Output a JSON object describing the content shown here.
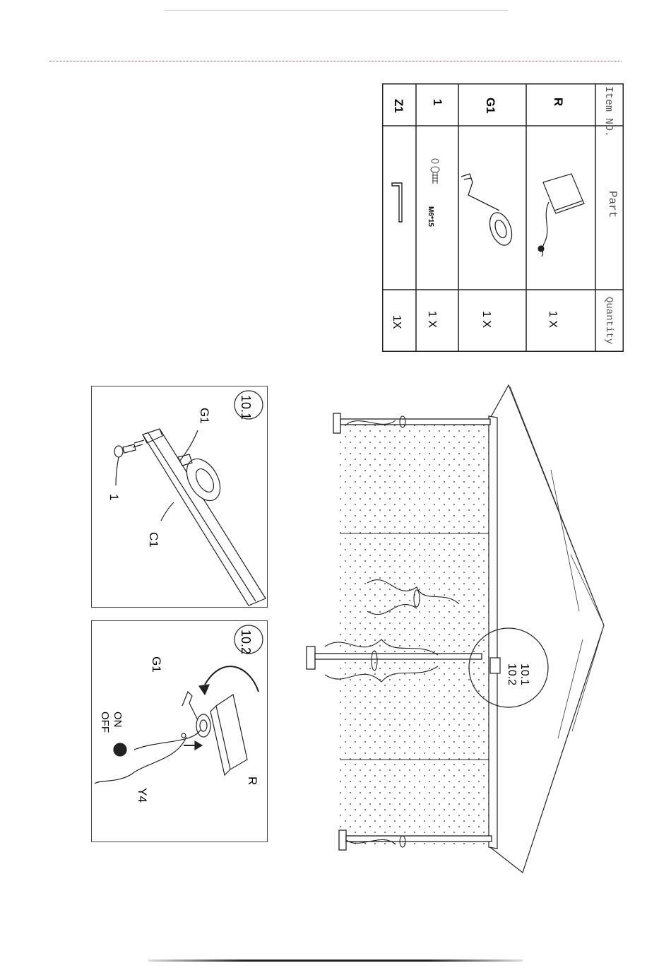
{
  "parts_table": {
    "headers": {
      "item_no": "Item NO.",
      "part": "Part",
      "quantity": "Quantity"
    },
    "rows": [
      {
        "item": "R",
        "quantity": "1 X",
        "part_icon": "solar-panel-with-cable-icon"
      },
      {
        "item": "G1",
        "quantity": "1 X",
        "part_icon": "ring-bracket-icon"
      },
      {
        "item": "1",
        "quantity": "1 X",
        "part_icon": "screw-and-washer-icon",
        "part_label": "M6*15"
      },
      {
        "item": "Z1",
        "quantity": "1X",
        "part_icon": "allen-key-icon"
      }
    ]
  },
  "detail_1": {
    "step": "10.1",
    "labels": {
      "bracket": "G1",
      "screw": "1",
      "beam": "C1"
    }
  },
  "detail_2": {
    "step": "10.2",
    "labels": {
      "bracket": "G1",
      "switch_on": "ON",
      "switch_off": "OFF",
      "cable": "Y4",
      "panel": "R"
    }
  },
  "main_view": {
    "callout_a": "10.1",
    "callout_b": "10.2"
  }
}
